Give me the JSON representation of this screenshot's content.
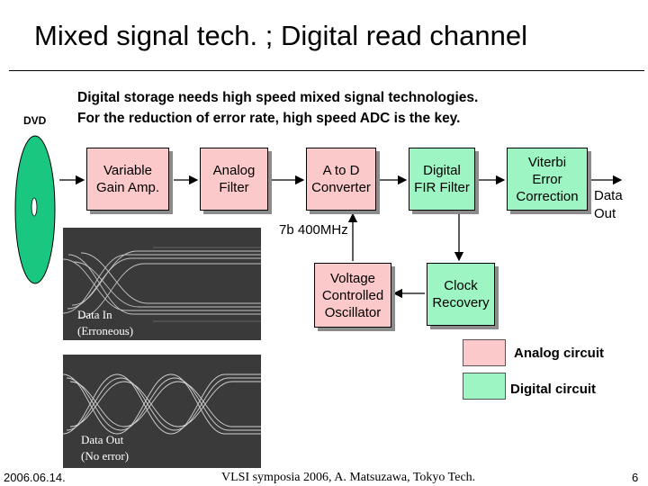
{
  "title": "Mixed signal tech. ; Digital read channel",
  "dvd_label": "DVD",
  "intro": {
    "line1": "Digital storage needs high speed mixed signal technologies.",
    "line2": "For the reduction of error rate, high speed ADC is the key."
  },
  "blocks": {
    "vga": {
      "line1": "Variable",
      "line2": "Gain Amp."
    },
    "filter": {
      "line1": "Analog",
      "line2": "Filter"
    },
    "adc": {
      "line1": "A to D",
      "line2": "Converter"
    },
    "fir": {
      "line1": "Digital",
      "line2": "FIR Filter"
    },
    "viterbi": {
      "line1": "Viterbi",
      "line2": "Error",
      "line3": "Correction"
    },
    "vco": {
      "line1": "Voltage",
      "line2": "Controlled",
      "line3": "Oscillator"
    },
    "clock": {
      "line1": "Clock",
      "line2": "Recovery"
    }
  },
  "clock_label": "7b 400MHz",
  "data_out": {
    "line1": "Data",
    "line2": "Out"
  },
  "legend": {
    "analog": "Analog circuit",
    "digital": "Digital circuit"
  },
  "eye_in": {
    "line1": "Data In",
    "line2": "(Erroneous)"
  },
  "eye_out": {
    "line1": "Data Out",
    "line2": "(No error)"
  },
  "footer": {
    "date": "2006.06.14.",
    "credit": "VLSI symposia 2006,  A. Matsuzawa, Tokyo Tech.",
    "page": "6"
  },
  "colors": {
    "analog": "#fbc9c9",
    "digital": "#9cf5c2",
    "disc": "#19c780"
  }
}
